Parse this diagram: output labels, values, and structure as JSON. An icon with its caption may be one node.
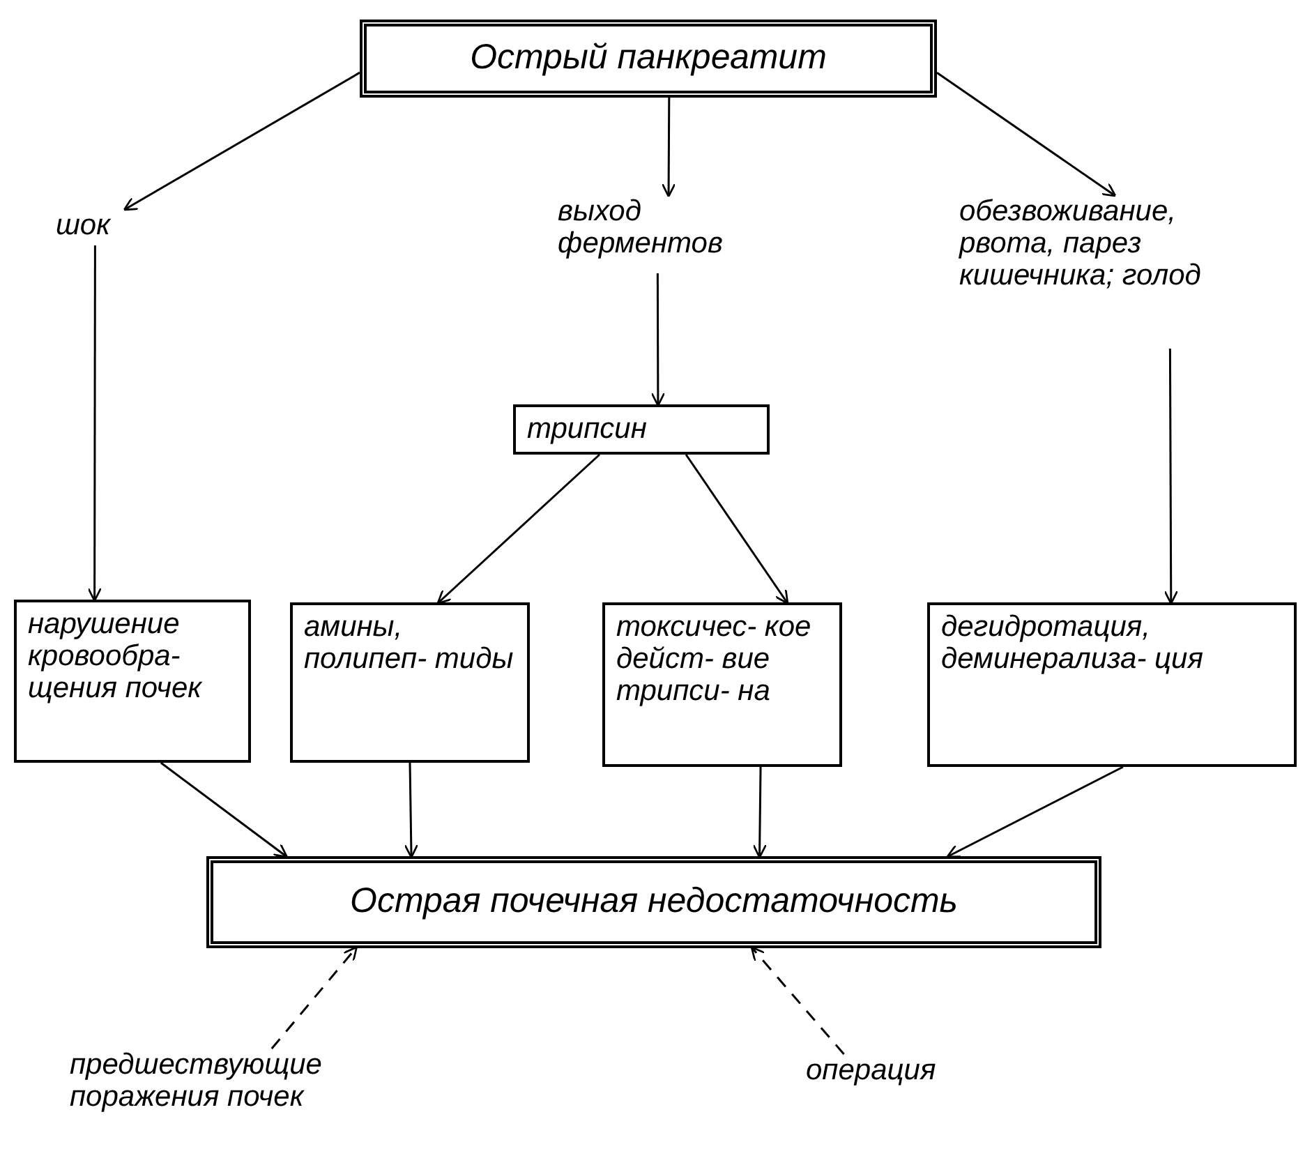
{
  "diagram": {
    "nodes": [
      {
        "text": [
          "Острый панкреатит"
        ]
      },
      {
        "text": [
          "шок"
        ]
      },
      {
        "text": [
          "выход ферментов"
        ]
      },
      {
        "text": [
          "обезвоживание, рвота, парез кишечника; голод"
        ]
      },
      {
        "text": [
          "трипсин"
        ]
      },
      {
        "text": [
          "нарушение кровообра- щения почек"
        ]
      },
      {
        "text": [
          "амины, полипеп- тиды"
        ]
      },
      {
        "text": [
          "токсичес- кое дейст- вие трипси- на"
        ]
      },
      {
        "text": [
          "дегидротация, деминерализа- ция"
        ]
      },
      {
        "text": [
          "Острая почечная недостаточность"
        ]
      },
      {
        "text": [
          "предшествующие поражения почек"
        ]
      },
      {
        "text": [
          "операция"
        ]
      }
    ],
    "edges": [
      {
        "from": 0,
        "to": 1,
        "arrow": "to"
      },
      {
        "from": 0,
        "to": 2,
        "arrow": "to"
      },
      {
        "from": 0,
        "to": 3,
        "arrow": "to"
      },
      {
        "from": 1,
        "to": 5,
        "arrow": "to"
      },
      {
        "from": 2,
        "to": 4,
        "arrow": "to"
      },
      {
        "from": 3,
        "to": 8,
        "arrow": "to"
      },
      {
        "from": 4,
        "to": 6,
        "arrow": "to"
      },
      {
        "from": 4,
        "to": 7,
        "arrow": "to"
      },
      {
        "from": 5,
        "to": 9,
        "arrow": "to"
      },
      {
        "from": 6,
        "to": 9,
        "arrow": "to"
      },
      {
        "from": 7,
        "to": 9,
        "arrow": "to"
      },
      {
        "from": 8,
        "to": 9,
        "arrow": "to"
      },
      {
        "from": 10,
        "to": 9,
        "arrow": "to",
        "style": "dashed"
      },
      {
        "from": 11,
        "to": 9,
        "arrow": "to",
        "style": "dashed"
      }
    ]
  }
}
